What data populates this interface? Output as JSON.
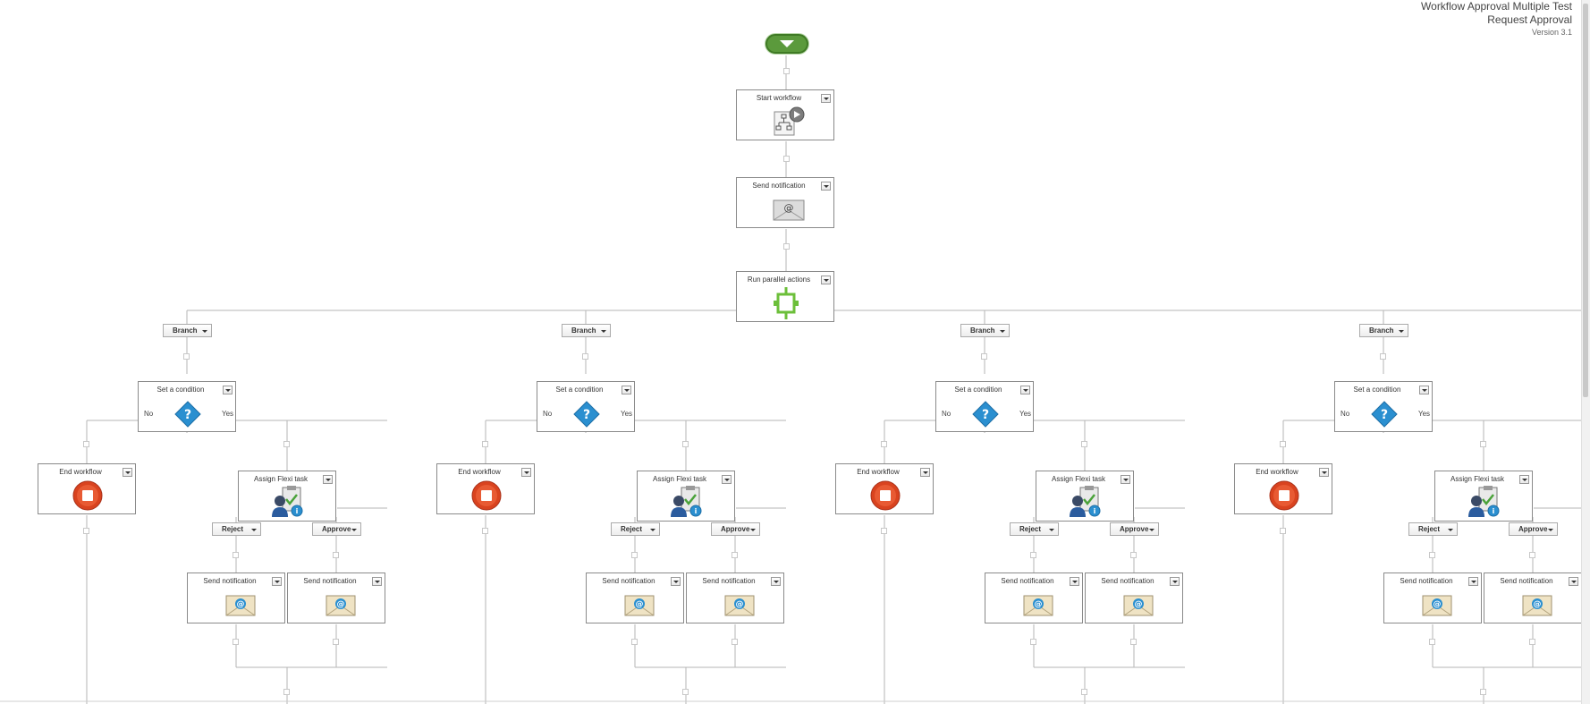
{
  "header": {
    "title_line1": "Workflow Approval Multiple Test",
    "title_line2": "Request Approval",
    "version": "Version 3.1"
  },
  "main_actions": {
    "start_workflow": "Start workflow",
    "send_notification": "Send notification",
    "run_parallel": "Run parallel actions"
  },
  "branches": [
    {
      "branch": "Branch",
      "condition": "Set a condition",
      "no": "No",
      "yes": "Yes",
      "end": "End workflow",
      "flexi": "Assign Flexi task",
      "reject": "Reject",
      "approve": "Approve",
      "notify_reject": "Send notification",
      "notify_approve": "Send notification"
    },
    {
      "branch": "Branch",
      "condition": "Set a condition",
      "no": "No",
      "yes": "Yes",
      "end": "End workflow",
      "flexi": "Assign Flexi task",
      "reject": "Reject",
      "approve": "Approve",
      "notify_reject": "Send notification",
      "notify_approve": "Send notification"
    },
    {
      "branch": "Branch",
      "condition": "Set a condition",
      "no": "No",
      "yes": "Yes",
      "end": "End workflow",
      "flexi": "Assign Flexi task",
      "reject": "Reject",
      "approve": "Approve",
      "notify_reject": "Send notification",
      "notify_approve": "Send notification"
    },
    {
      "branch": "Branch",
      "condition": "Set a condition",
      "no": "No",
      "yes": "Yes",
      "end": "End workflow",
      "flexi": "Assign Flexi task",
      "reject": "Reject",
      "approve": "Approve",
      "notify_reject": "Send notification",
      "notify_approve": "Send notification"
    }
  ],
  "icons": {
    "start": "start-flow-icon",
    "start_workflow": "workflow-play-icon",
    "notification": "email-envelope-icon",
    "parallel": "parallel-actions-icon",
    "condition": "question-diamond-icon",
    "end": "stop-circle-icon",
    "flexi": "task-clipboard-user-icon"
  },
  "colors": {
    "start_green": "#5b9a3c",
    "parallel_green": "#6cbf3a",
    "condition_blue": "#2a8fd0",
    "end_red": "#d9431f"
  }
}
